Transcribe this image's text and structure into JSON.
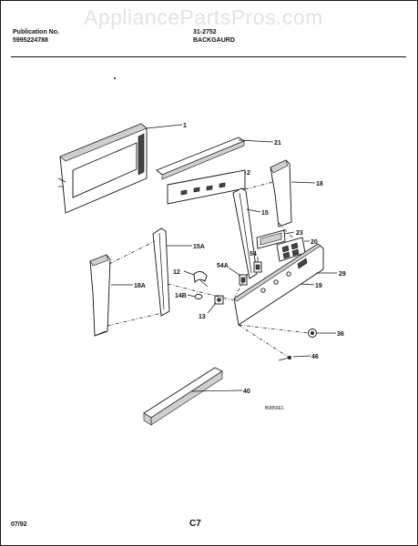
{
  "watermark": "AppliancePartsPros.com",
  "header": {
    "publication_label": "Publication No.",
    "publication_number": "5995224788",
    "model": "31-2752",
    "section": "BACKGAURD"
  },
  "diagram": {
    "callouts": [
      "1",
      "21",
      "2",
      "18",
      "15",
      "23",
      "20",
      "15A",
      "54",
      "54A",
      "29",
      "12",
      "18A",
      "19",
      "14B",
      "13",
      "36",
      "46",
      "40"
    ],
    "drawing_code": "B0850E1"
  },
  "footer": {
    "date": "07/92",
    "page": "C7"
  }
}
